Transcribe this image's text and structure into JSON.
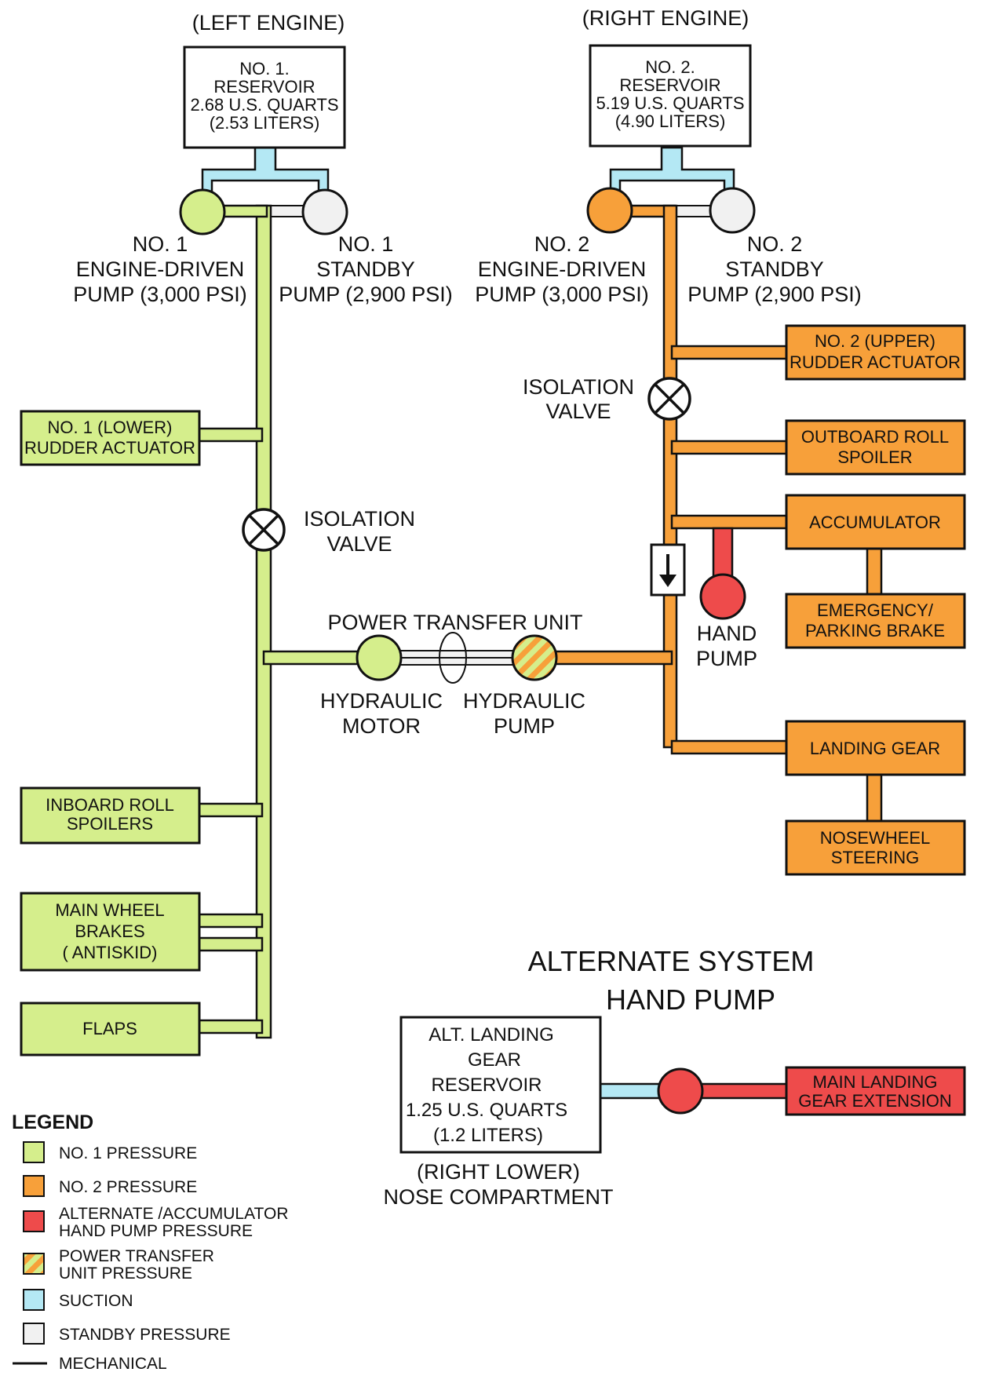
{
  "colors": {
    "no1_pressure": "#d5ee8c",
    "no2_pressure": "#f7a03a",
    "alternate": "#ee4b4b",
    "suction": "#b4e8f4",
    "standby": "#f1f1f1",
    "outline": "#111111"
  },
  "left_engine": {
    "header": "(LEFT ENGINE)",
    "reservoir": [
      "NO. 1.",
      "RESERVOIR",
      "2.68 U.S. QUARTS",
      "(2.53 LITERS)"
    ],
    "engine_pump": [
      "NO. 1",
      "ENGINE-DRIVEN",
      "PUMP (3,000 PSI)"
    ],
    "standby_pump": [
      "NO. 1",
      "STANDBY",
      "PUMP (2,900 PSI)"
    ],
    "rudder": [
      "NO. 1 (LOWER)",
      "RUDDER ACTUATOR"
    ],
    "isolation_valve": [
      "ISOLATION",
      "VALVE"
    ],
    "inboard_spoilers": [
      "INBOARD ROLL",
      "SPOILERS"
    ],
    "main_wheel_brakes": [
      "MAIN WHEEL",
      "BRAKES",
      "( ANTISKID)"
    ],
    "flaps": "FLAPS"
  },
  "right_engine": {
    "header": "(RIGHT ENGINE)",
    "reservoir": [
      "NO. 2.",
      "RESERVOIR",
      "5.19 U.S. QUARTS",
      "(4.90 LITERS)"
    ],
    "engine_pump": [
      "NO. 2",
      "ENGINE-DRIVEN",
      "PUMP (3,000 PSI)"
    ],
    "standby_pump": [
      "NO. 2",
      "STANDBY",
      "PUMP (2,900 PSI)"
    ],
    "rudder": [
      "NO. 2 (UPPER)",
      "RUDDER ACTUATOR"
    ],
    "isolation_valve": [
      "ISOLATION",
      "VALVE"
    ],
    "outboard_spoiler": [
      "OUTBOARD ROLL",
      "SPOILER"
    ],
    "accumulator": "ACCUMULATOR",
    "emergency_brake": [
      "EMERGENCY/",
      "PARKING BRAKE"
    ],
    "hand_pump": [
      "HAND",
      "PUMP"
    ],
    "landing_gear": "LANDING GEAR",
    "nosewheel": [
      "NOSEWHEEL",
      "STEERING"
    ]
  },
  "ptu": {
    "title": "POWER TRANSFER UNIT",
    "motor": [
      "HYDRAULIC",
      "MOTOR"
    ],
    "pump": [
      "HYDRAULIC",
      "PUMP"
    ]
  },
  "alternate": {
    "title": [
      "ALTERNATE SYSTEM",
      "HAND PUMP"
    ],
    "reservoir": [
      "ALT. LANDING",
      "GEAR",
      "RESERVOIR",
      "1.25 U.S. QUARTS",
      "(1.2 LITERS)"
    ],
    "location": [
      "(RIGHT LOWER)",
      "NOSE COMPARTMENT"
    ],
    "extension": [
      "MAIN LANDING",
      "GEAR EXTENSION"
    ]
  },
  "legend": {
    "title": "LEGEND",
    "items": [
      {
        "label": [
          "NO. 1 PRESSURE"
        ],
        "swatch": "no1"
      },
      {
        "label": [
          "NO. 2 PRESSURE"
        ],
        "swatch": "no2"
      },
      {
        "label": [
          "ALTERNATE /ACCUMULATOR",
          "HAND PUMP PRESSURE"
        ],
        "swatch": "alt"
      },
      {
        "label": [
          "POWER TRANSFER",
          "UNIT PRESSURE"
        ],
        "swatch": "ptu"
      },
      {
        "label": [
          "SUCTION"
        ],
        "swatch": "suction"
      },
      {
        "label": [
          "STANDBY PRESSURE"
        ],
        "swatch": "standby"
      },
      {
        "label": [
          "MECHANICAL"
        ],
        "swatch": "mechanical"
      }
    ]
  }
}
